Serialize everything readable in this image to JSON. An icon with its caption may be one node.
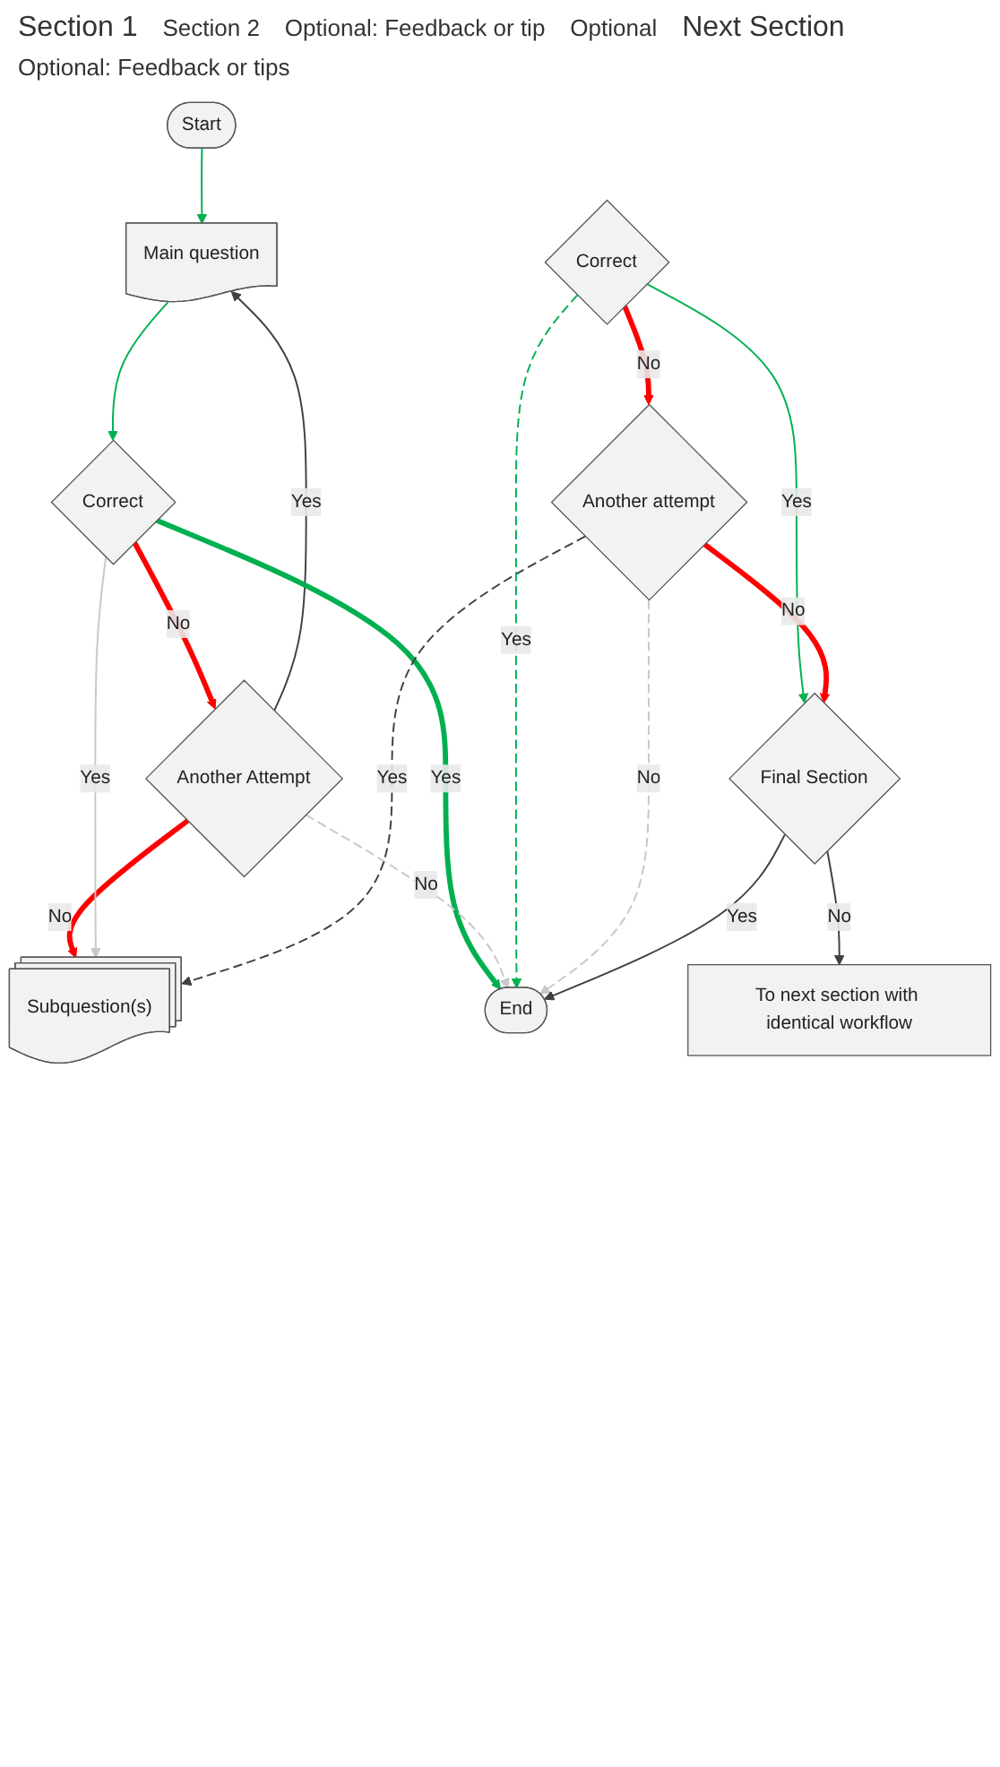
{
  "diagram": {
    "nodes": [
      {
        "text": [
          "Start"
        ]
      },
      {
        "text": [
          "Main question"
        ]
      },
      {
        "text": [
          "Correct"
        ]
      },
      {
        "text": [
          "Another Attempt"
        ]
      },
      {
        "text": [
          "Subquestion(s)"
        ]
      },
      {
        "text": [
          "Correct"
        ]
      },
      {
        "text": [
          "Another attempt"
        ]
      },
      {
        "text": [
          "Final Section"
        ]
      },
      {
        "text": [
          "To next section with identical workflow"
        ]
      },
      {
        "text": [
          "End"
        ]
      }
    ],
    "edges": [
      {
        "from": 0,
        "to": 1,
        "arrow": "to"
      },
      {
        "from": 1,
        "to": 2,
        "arrow": "to"
      },
      {
        "from": 2,
        "to": 3,
        "arrow": "to",
        "label": "No",
        "style": "thick",
        "color": "#ff0000"
      },
      {
        "from": 3,
        "to": 1,
        "arrow": "to",
        "label": "Yes",
        "color": "#404040"
      },
      {
        "from": 3,
        "to": 4,
        "arrow": "to",
        "label": "No",
        "style": "thick",
        "color": "#ff0000"
      },
      {
        "from": 2,
        "to": 9,
        "arrow": "to",
        "label": "Yes",
        "style": "thick"
      },
      {
        "from": 2,
        "to": 4,
        "arrow": "to",
        "label": "Yes",
        "color": "#c8c8c8"
      },
      {
        "from": 3,
        "to": 9,
        "arrow": "to",
        "label": "No",
        "style": "dashed",
        "color": "#c8c8c8"
      },
      {
        "from": 6,
        "to": 4,
        "arrow": "to",
        "label": "Yes",
        "style": "dashed",
        "color": "#404040"
      },
      {
        "from": 5,
        "to": 6,
        "arrow": "to",
        "label": "No",
        "style": "thick",
        "color": "#ff0000"
      },
      {
        "from": 5,
        "to": 9,
        "arrow": "to",
        "label": "Yes",
        "style": "dashed"
      },
      {
        "from": 5,
        "to": 7,
        "arrow": "to",
        "label": "Yes"
      },
      {
        "from": 6,
        "to": 9,
        "arrow": "to",
        "label": "No",
        "style": "dashed",
        "color": "#c8c8c8"
      },
      {
        "from": 6,
        "to": 7,
        "arrow": "to",
        "label": "No",
        "style": "thick",
        "color": "#ff0000"
      },
      {
        "from": 7,
        "to": 9,
        "arrow": "to",
        "label": "Yes",
        "color": "#404040"
      },
      {
        "from": 7,
        "to": 8,
        "arrow": "to",
        "label": "No",
        "color": "#404040"
      }
    ],
    "labels": [
      "Section 1",
      "Section 2",
      "Optional: Feedback or tip",
      "Optional",
      "Next Section",
      "Optional: Feedback or tips"
    ]
  }
}
